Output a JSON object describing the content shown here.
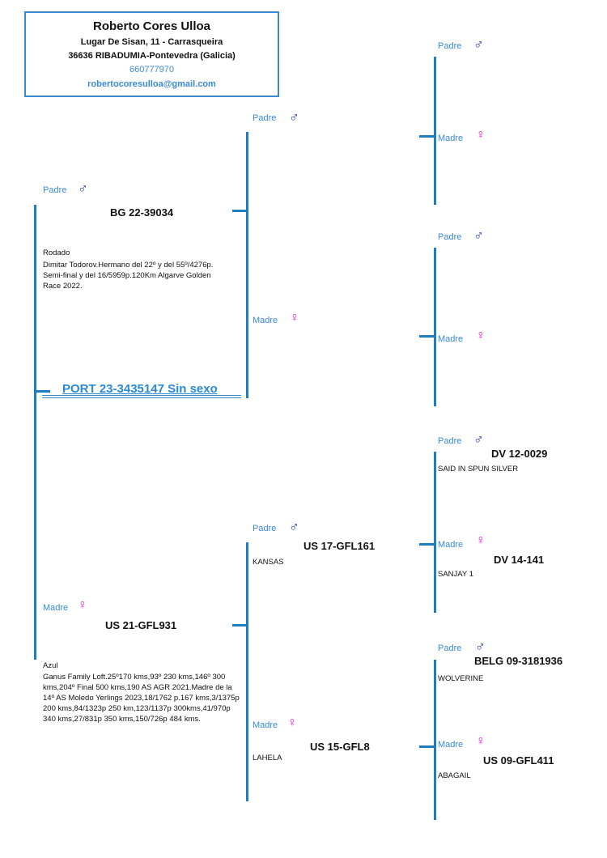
{
  "header": {
    "name": "Roberto Cores Ulloa",
    "address1": "Lugar De Sisan, 11 - Carrasqueira",
    "address2": "36636 RIBADUMIA-Pontevedra (Galicia)",
    "phone": "660777970",
    "email": "robertocoresulloa@gmail.com"
  },
  "labels": {
    "sire": "Padre",
    "dam": "Madre"
  },
  "icons": {
    "male": "♂",
    "female": "♀"
  },
  "subject": "PORT 23-3435147 Sin sexo",
  "sire": {
    "ring": "BG 22-39034",
    "color": "Rodado",
    "notes": "Dimitar Todorov.Hermano del 22º y del 55º/4276p. Semi-final  y del 16/5959p.120Km Algarve Golden Race 2022."
  },
  "dam": {
    "ring": "US 21-GFL931",
    "color": "Azul",
    "notes": "Ganus Family Loft.25º170 kms,93º 230 kms,146º  300 kms,204º Final 500 kms,190 AS AGR 2021.Madre de la 14º AS Moledo Yerlings 2023,18/1762 p.167 kms,3/1375p 200 kms,84/1323p 250 km,123/1137p 300kms,41/970p 340 kms,27/831p 350 kms,150/726p 484 kms."
  },
  "dam_sire": {
    "ring": "US 17-GFL161",
    "name": "KANSAS"
  },
  "dam_dam": {
    "ring": "US 15-GFL8",
    "name": "LAHELA"
  },
  "dam_sire_sire": {
    "ring": "DV 12-0029",
    "name": "SAID IN SPUN SILVER"
  },
  "dam_sire_dam": {
    "ring": "DV 14-141",
    "name": "SANJAY 1"
  },
  "dam_dam_sire": {
    "ring": "BELG 09-3181936",
    "name": "WOLVERINE"
  },
  "dam_dam_dam": {
    "ring": "US 09-GFL411",
    "name": "ABAGAIL"
  },
  "colors": {
    "line": "#1f7ec2",
    "label": "#3a8ad6",
    "male": "#2a3f9a",
    "female": "#e020d0"
  }
}
